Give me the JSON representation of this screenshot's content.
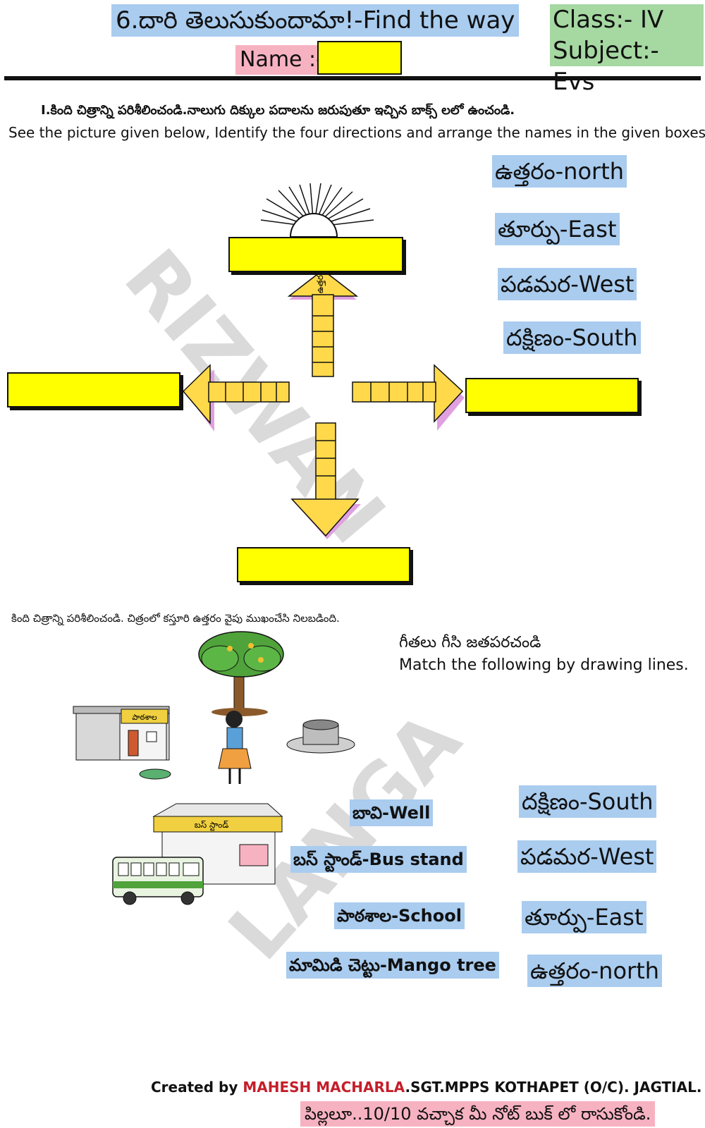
{
  "header": {
    "title": "6.దారి తెలుసుకుందామా!-Find the way",
    "class_label": "Class:- IV",
    "subject_label": "Subject:- Evs",
    "name_label": "Name :-"
  },
  "instructions": {
    "telugu": "I.కింది చిత్రాన్ని పరిశీలించండి.నాలుగు దిక్కుల పదాలను జరుపుతూ ఇచ్చిన బాక్స్ లలో ఉంచండి.",
    "english": "See the picture given below, Identify the four directions and arrange the names in the given boxes."
  },
  "direction_labels": [
    "ఉత్తరం-north",
    "తూర్పు-East",
    "పడమర-West",
    "దక్షిణం-South"
  ],
  "compass": {
    "arrow_text": "ఉత్తరం",
    "box_color": "#ffff00",
    "arrow_color": "#ffd94a",
    "arrow_shadow": "#e0a0e0"
  },
  "matching": {
    "telugu_caption": "కింది చిత్రాన్ని పరిశీలించండి. చిత్రంలో కస్తూరి ఉత్తరం వైపు ముఖంచేసి నిలబడింది.",
    "instruction_telugu": "గీతలు గీసి జతపరచండి",
    "instruction_english": "Match the following by drawing lines.",
    "places": [
      "బావి-Well",
      "బస్ స్టాండ్-Bus stand",
      "పాఠశాల-School",
      "మామిడి చెట్టు-Mango tree"
    ],
    "directions": [
      "దక్షిణం-South",
      "పడమర-West",
      "తూర్పు-East",
      "ఉత్తరం-north"
    ],
    "school_sign": "పాఠశాల",
    "busstand_sign": "బస్ స్టాండ్"
  },
  "footer": {
    "created_by": "Created by ",
    "author": "MAHESH MACHARLA",
    "rest": ".SGT.MPPS KOTHAPET (O/C). JAGTIAL.",
    "note": "పిల్లలూ..10/10 వచ్చాక మీ నోట్ బుక్ లో రాసుకోండి."
  },
  "colors": {
    "label_blue": "#a9ccef",
    "class_green": "#a6d8a2",
    "name_pink": "#f7b2c1",
    "author_red": "#c41e2a"
  }
}
